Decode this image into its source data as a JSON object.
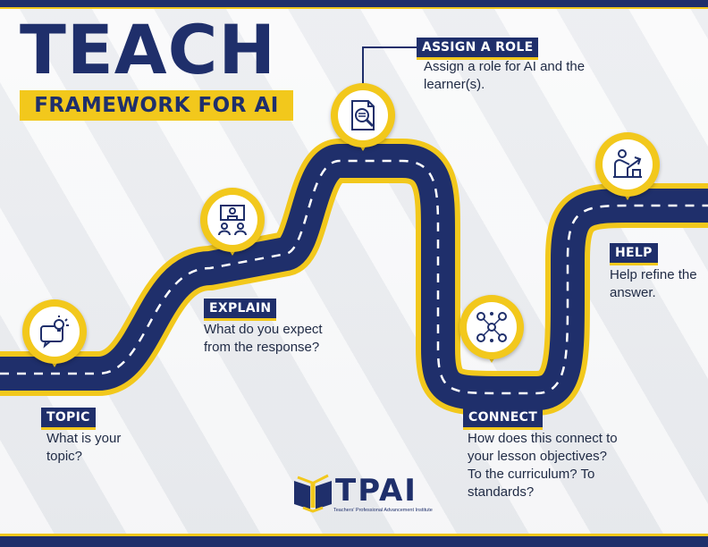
{
  "title": "TEACH",
  "subtitle": "FRAMEWORK FOR AI",
  "steps": [
    {
      "label": "TOPIC",
      "description": "What is your topic?",
      "icon": "idea-chat-icon"
    },
    {
      "label": "EXPLAIN",
      "description": "What do you expect from the response?",
      "icon": "teacher-presentation-icon"
    },
    {
      "label": "ASSIGN A ROLE",
      "description": "Assign a role for AI and the learner(s).",
      "icon": "document-search-icon"
    },
    {
      "label": "CONNECT",
      "description": "How does this connect to your lesson objectives? To the curriculum? To standards?",
      "icon": "network-people-icon"
    },
    {
      "label": "HELP",
      "description": "Help refine the answer.",
      "icon": "helping-hand-icon"
    }
  ],
  "logo": {
    "name": "TPAI",
    "tagline": "Teachers' Professional Advancement Institute"
  },
  "colors": {
    "navy": "#1f2f6b",
    "yellow": "#f2c81c",
    "road_line": "#ffffff"
  }
}
